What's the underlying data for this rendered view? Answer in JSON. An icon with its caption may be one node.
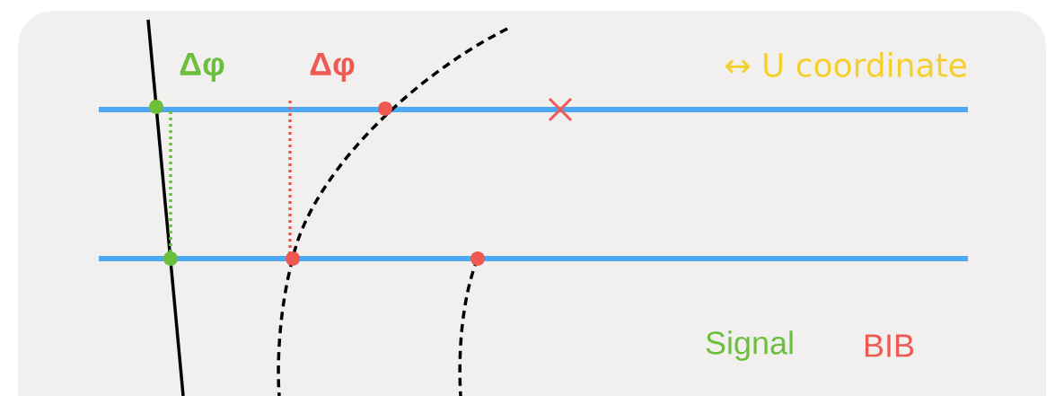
{
  "diagram": {
    "labels": [
      "Δφ",
      "Δφ",
      "↔ U coordinate",
      "Signal",
      "BIB"
    ]
  }
}
